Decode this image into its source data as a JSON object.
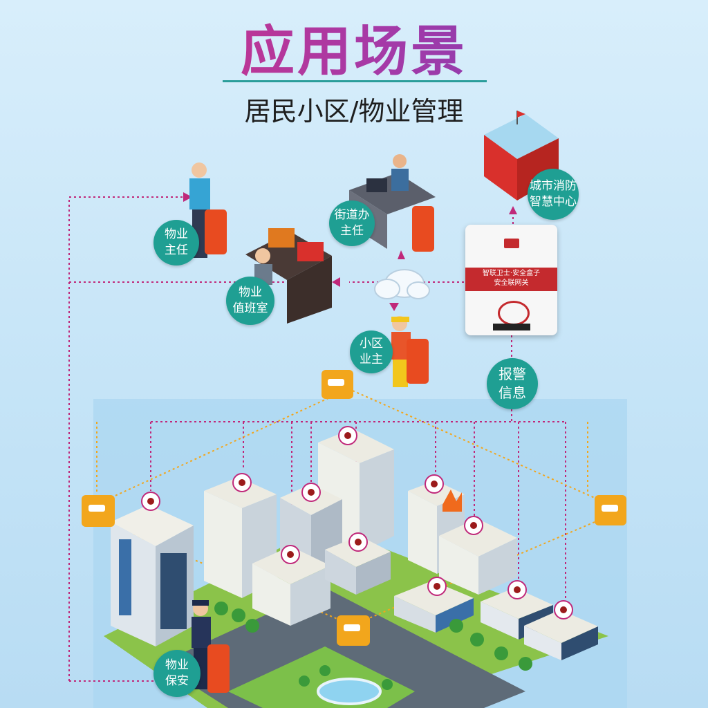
{
  "header": {
    "title": "应用场景",
    "subtitle": "居民小区/物业管理"
  },
  "nodes": [
    {
      "id": "property-director",
      "label": "物业\n主任"
    },
    {
      "id": "street-office-director",
      "label": "街道办\n主任"
    },
    {
      "id": "fire-center",
      "label": "城市消防\n智慧中心"
    },
    {
      "id": "duty-room",
      "label": "物业\n值班室"
    },
    {
      "id": "resident",
      "label": "小区\n业主"
    },
    {
      "id": "alarm-info",
      "label": "报警\n信息"
    },
    {
      "id": "security-guard",
      "label": "物业\n保安"
    }
  ],
  "gateway": {
    "line1": "智联卫士·安全盒子",
    "line2": "安全联网关"
  },
  "colors": {
    "badge": "#1f9f93",
    "link_pink": "#c0287a",
    "link_orange": "#f2a61c",
    "gateway_red": "#c42a2e"
  }
}
